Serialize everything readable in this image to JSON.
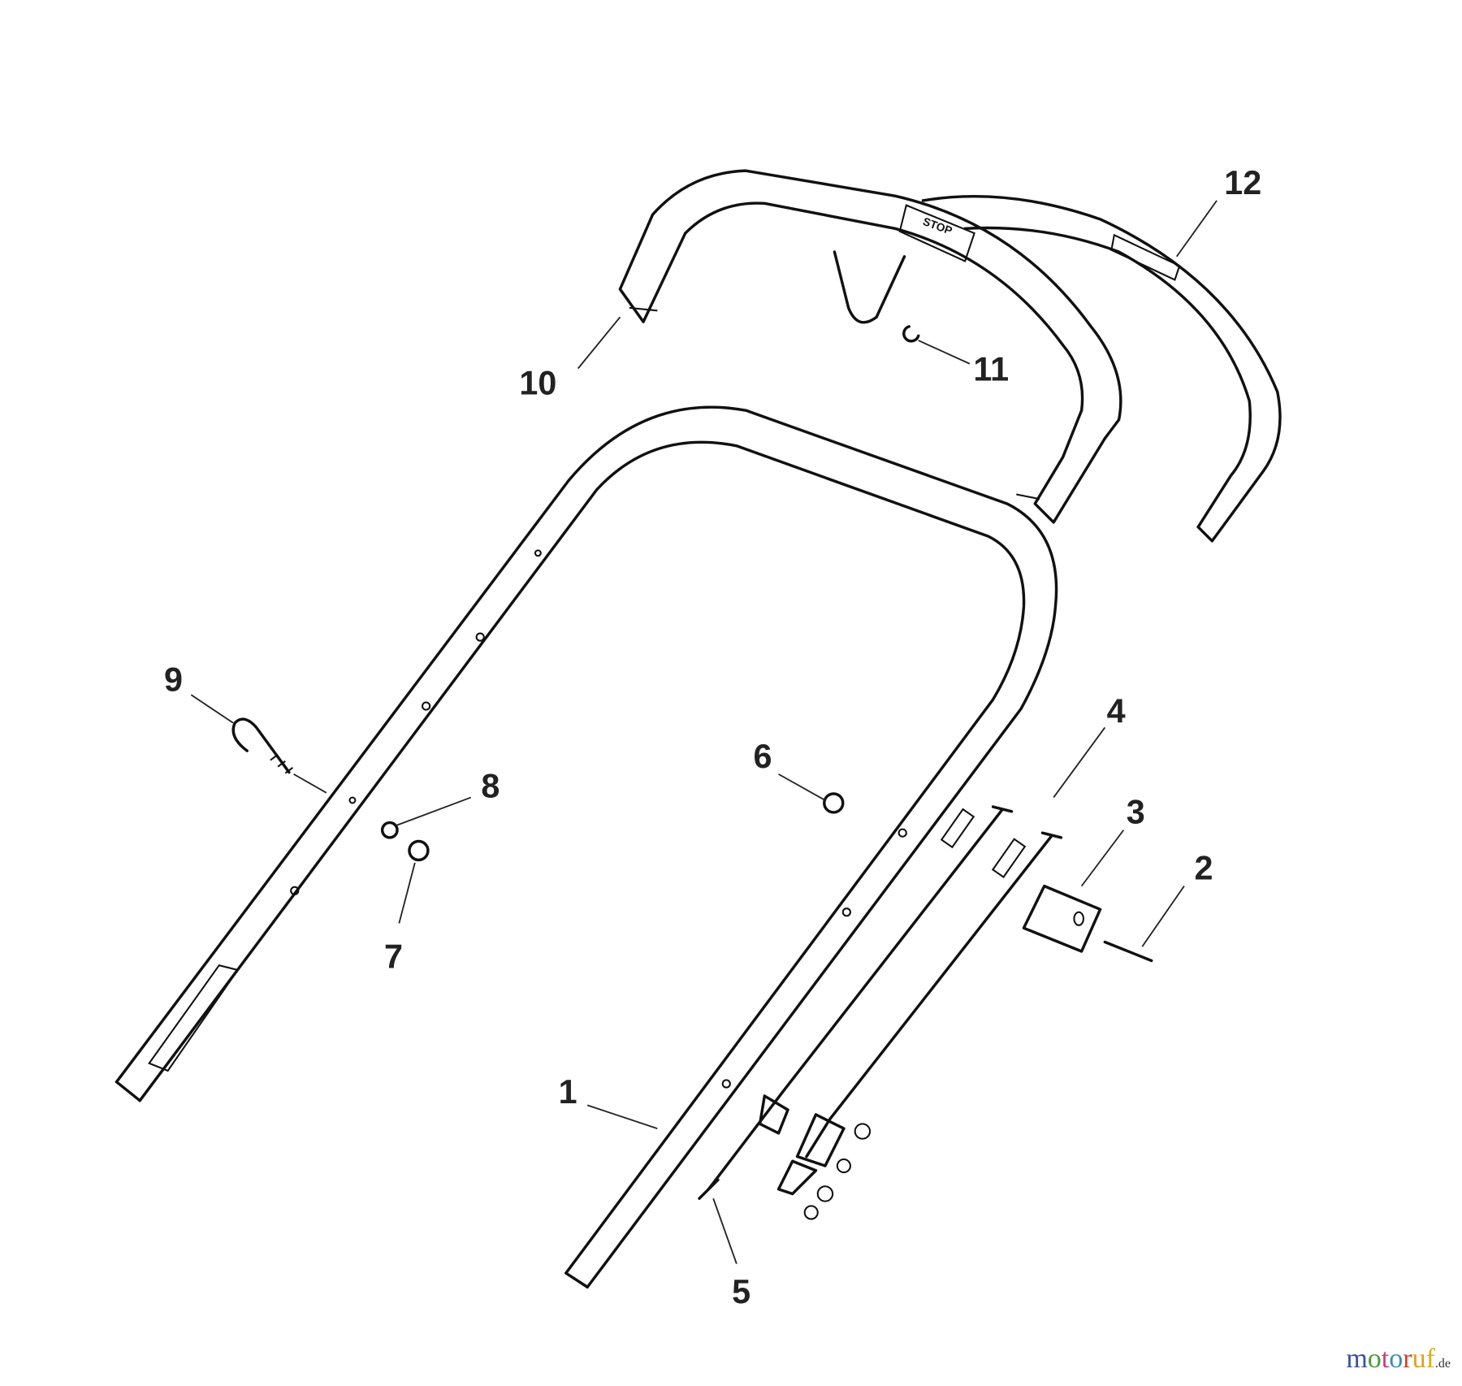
{
  "diagram": {
    "callouts": [
      "1",
      "2",
      "3",
      "4",
      "5",
      "6",
      "7",
      "8",
      "9",
      "10",
      "11",
      "12"
    ],
    "handle_label": "STOP"
  },
  "watermark": {
    "letters": [
      "m",
      "o",
      "t",
      "o",
      "r",
      "u",
      "f"
    ],
    "colors": [
      "#3b4fa0",
      "#4a9a3c",
      "#d23a7a",
      "#3a8fb0",
      "#c8462a",
      "#e0a020",
      "#d8b020"
    ],
    "suffix": ".de"
  }
}
